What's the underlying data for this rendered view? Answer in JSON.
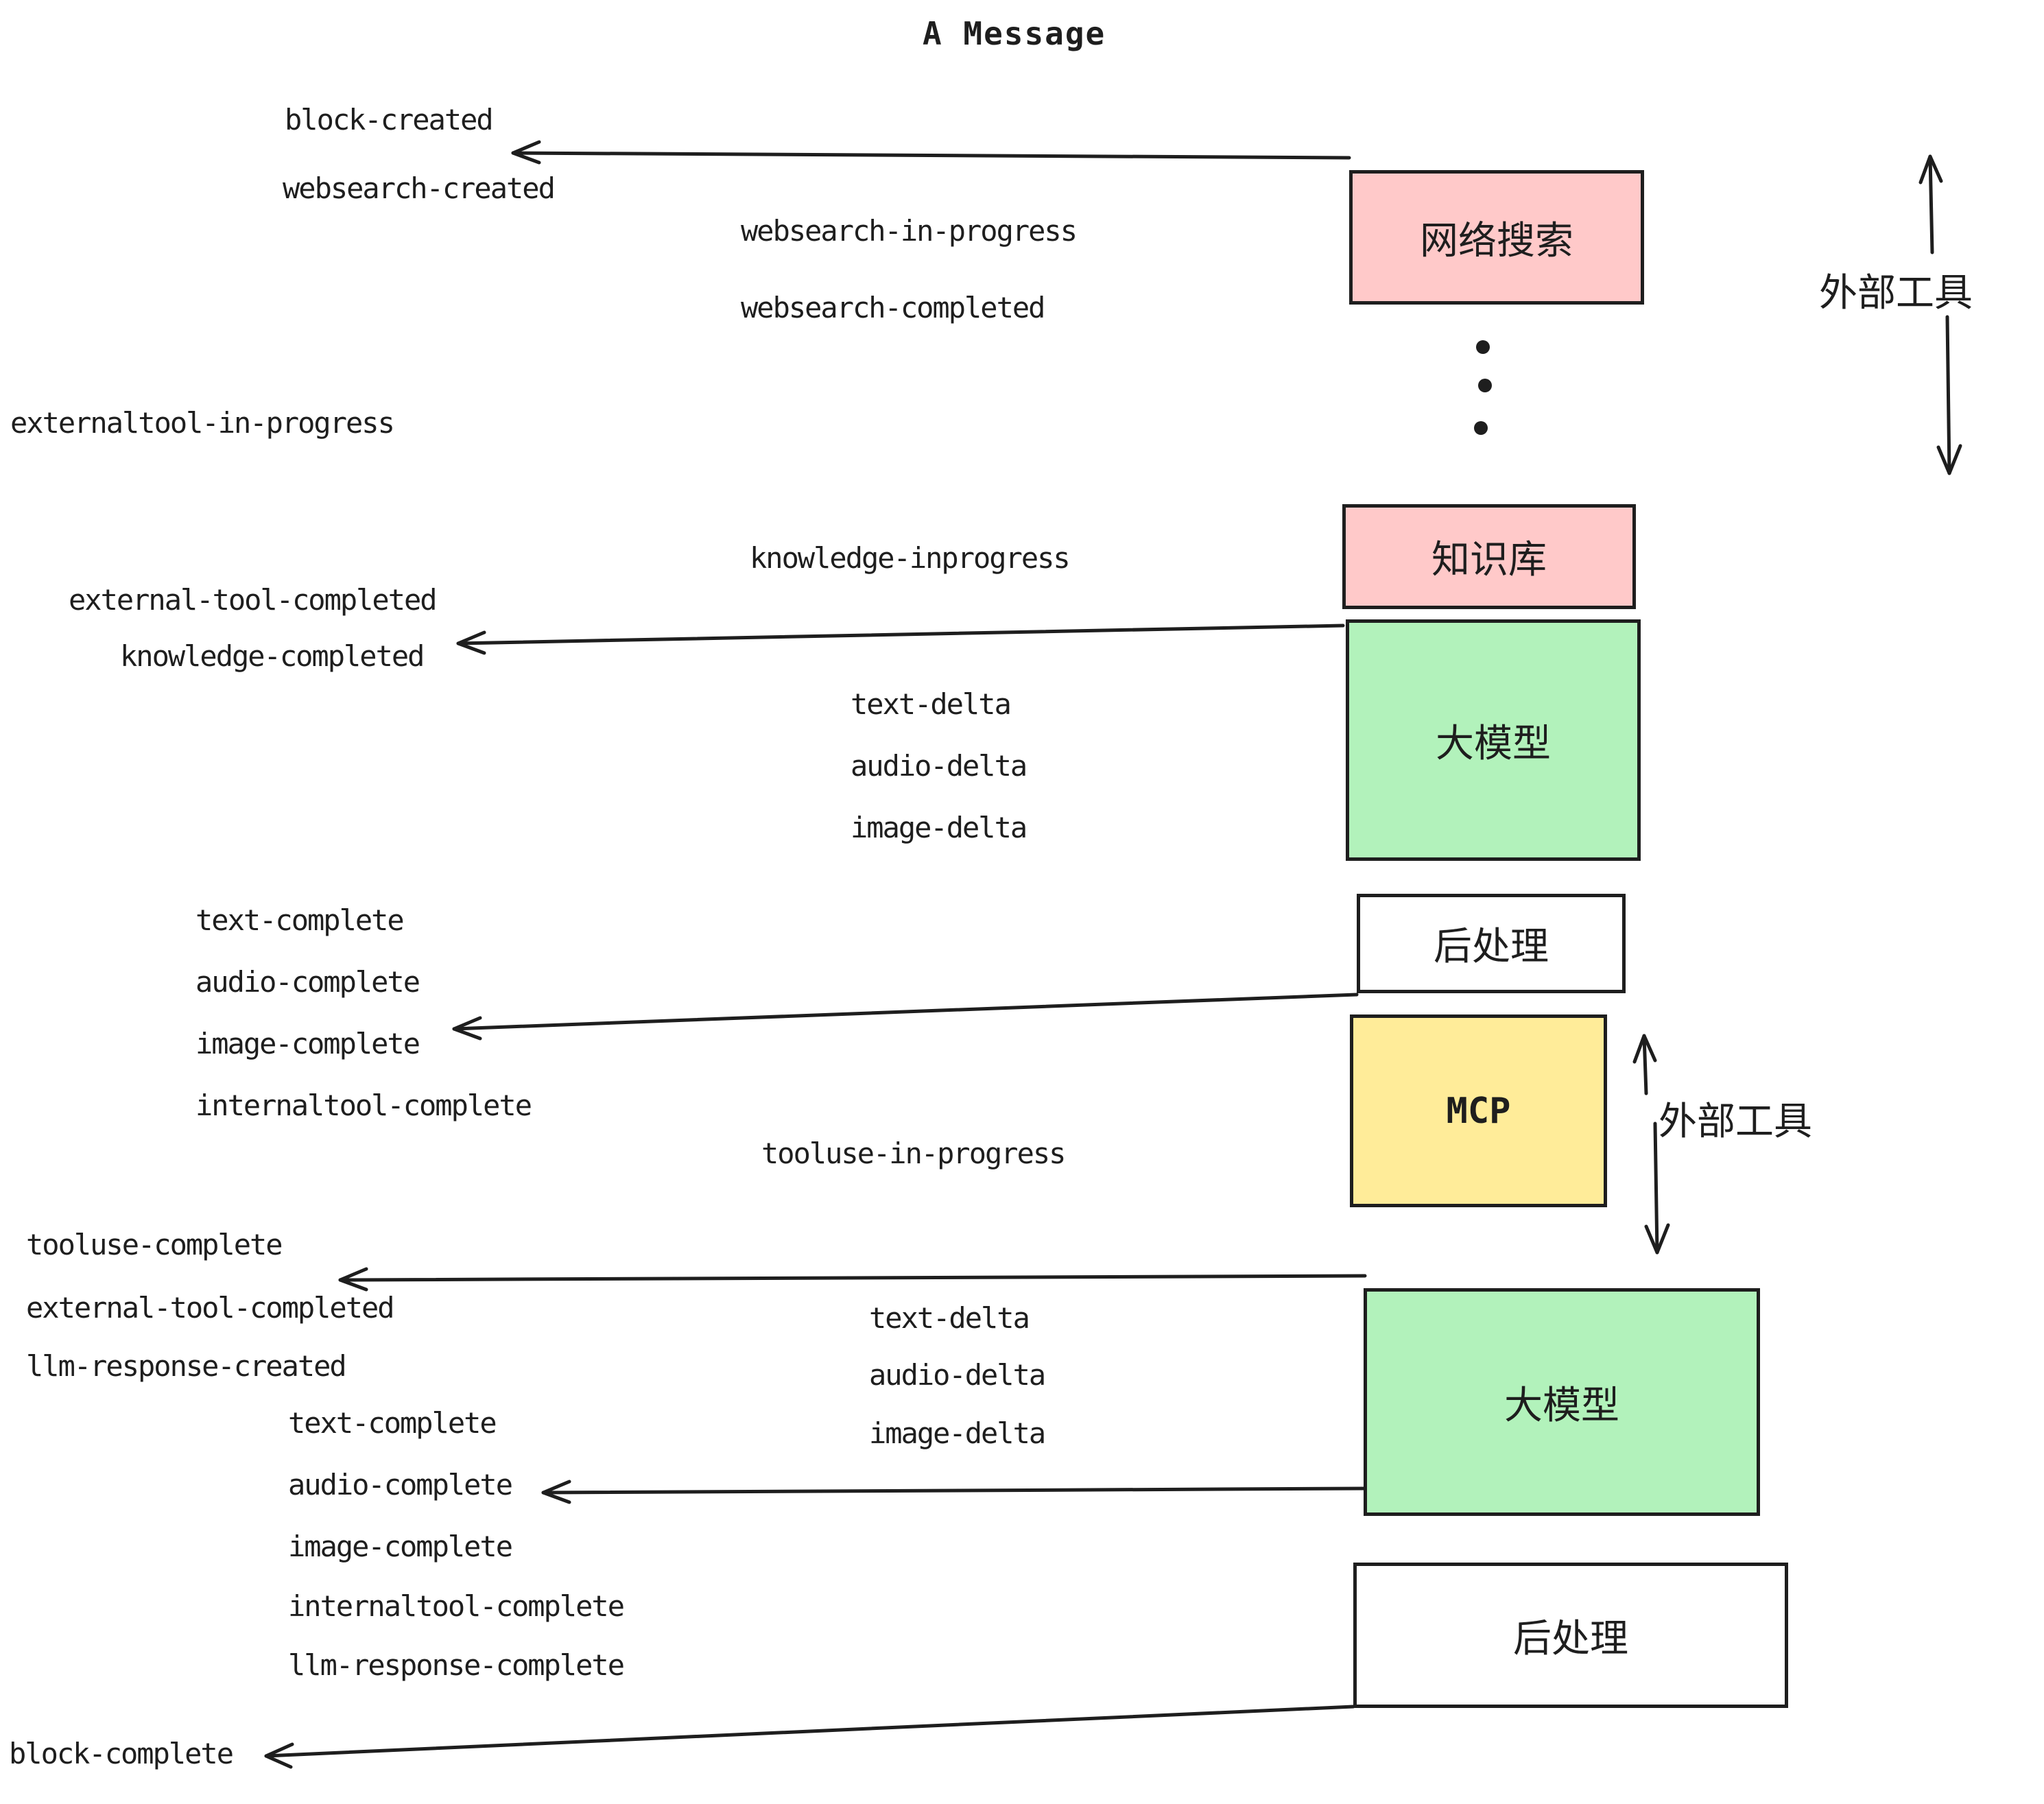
{
  "title": "A Message",
  "colors": {
    "pink": "#FFC9C9",
    "green": "#B2F2BB",
    "yellow": "#FFEC99",
    "white": "#FFFFFF",
    "stroke": "#1E1E1E"
  },
  "boxes": {
    "websearch": {
      "label": "网络搜索",
      "color": "#FFC9C9"
    },
    "knowledge": {
      "label": "知识库",
      "color": "#FFC9C9"
    },
    "llm_top": {
      "label": "大模型",
      "color": "#B2F2BB"
    },
    "post_top": {
      "label": "后处理",
      "color": "#FFFFFF"
    },
    "mcp": {
      "label": "MCP",
      "color": "#FFEC99"
    },
    "llm_bottom": {
      "label": "大模型",
      "color": "#B2F2BB"
    },
    "post_bottom": {
      "label": "后处理",
      "color": "#FFFFFF"
    }
  },
  "side_labels": {
    "external_tools_top": "外部工具",
    "external_tools_bottom": "外部工具"
  },
  "events": {
    "block_created": "block-created",
    "websearch_created": "websearch-created",
    "websearch_in_progress": "websearch-in-progress",
    "websearch_completed": "websearch-completed",
    "externaltool_in_progress": "externaltool-in-progress",
    "knowledge_inprogress": "knowledge-inprogress",
    "external_tool_completed_1": "external-tool-completed",
    "knowledge_completed": "knowledge-completed",
    "text_delta_1": "text-delta",
    "audio_delta_1": "audio-delta",
    "image_delta_1": "image-delta",
    "text_complete_1": "text-complete",
    "audio_complete_1": "audio-complete",
    "image_complete_1": "image-complete",
    "internaltool_complete_1": "internaltool-complete",
    "tooluse_in_progress": "tooluse-in-progress",
    "tooluse_complete": "tooluse-complete",
    "external_tool_completed_2": "external-tool-completed",
    "llm_response_created": "llm-response-created",
    "text_delta_2": "text-delta",
    "audio_delta_2": "audio-delta",
    "image_delta_2": "image-delta",
    "text_complete_2": "text-complete",
    "audio_complete_2": "audio-complete",
    "image_complete_2": "image-complete",
    "internaltool_complete_2": "internaltool-complete",
    "llm_response_complete": "llm-response-complete",
    "block_complete": "block-complete"
  }
}
